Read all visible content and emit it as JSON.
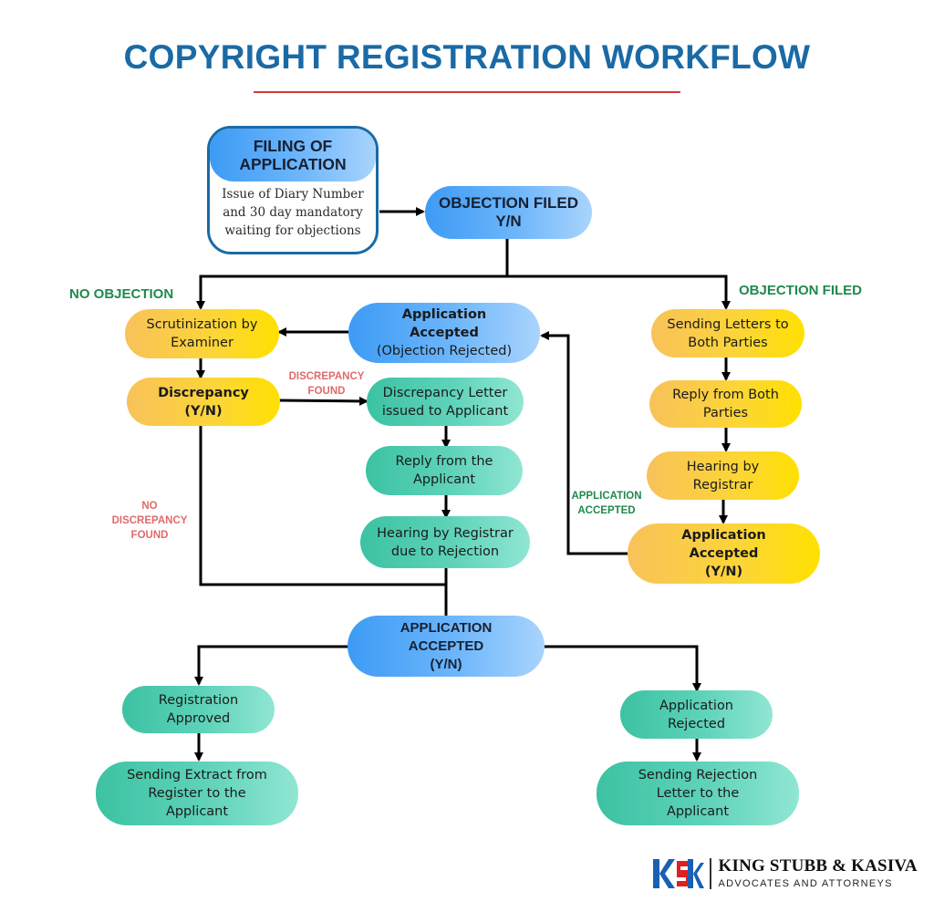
{
  "title": "COPYRIGHT REGISTRATION WORKFLOW",
  "colors": {
    "title": "#1a6aa5",
    "title_rule": "#d23a3a",
    "yellow_node": "#fcd636",
    "teal_node": "#5fd3b9",
    "blue_node": "#6db6fb",
    "green_label": "#1f8a4c",
    "red_label": "#e06a6a"
  },
  "filing": {
    "heading_line1": "FILING OF",
    "heading_line2": "APPLICATION",
    "body_line1": "Issue of Diary Number",
    "body_line2": "and 30 day mandatory",
    "body_line3": "waiting for objections"
  },
  "nodes": {
    "objection_filed_yn": {
      "line1": "OBJECTION FILED",
      "line2": "Y/N"
    },
    "scrutinization": {
      "line1": "Scrutinization by",
      "line2": "Examiner"
    },
    "discrepancy_yn": {
      "line1": "Discrepancy",
      "line2": "(Y/N)"
    },
    "accepted_objection_rejected": {
      "line1": "Application",
      "line2": "Accepted",
      "line3": "(Objection Rejected)"
    },
    "discrepancy_letter": {
      "line1": "Discrepancy Letter",
      "line2": "issued to Applicant"
    },
    "reply_applicant": {
      "line1": "Reply from the",
      "line2": "Applicant"
    },
    "hearing_rejection": {
      "line1": "Hearing by Registrar",
      "line2": "due to Rejection"
    },
    "sending_letters": {
      "line1": "Sending Letters to",
      "line2": "Both Parties"
    },
    "reply_both": {
      "line1": "Reply from Both",
      "line2": "Parties"
    },
    "hearing_registrar": {
      "line1": "Hearing by",
      "line2": "Registrar"
    },
    "accepted_yn_right": {
      "line1": "Application",
      "line2": "Accepted",
      "line3": "(Y/N)"
    },
    "application_accepted_yn": {
      "line1": "APPLICATION",
      "line2": "ACCEPTED",
      "line3": "(Y/N)"
    },
    "registration_approved": {
      "line1": "Registration",
      "line2": "Approved"
    },
    "sending_extract": {
      "line1": "Sending Extract from",
      "line2": "Register to the",
      "line3": "Applicant"
    },
    "application_rejected": {
      "line1": "Application",
      "line2": "Rejected"
    },
    "sending_rejection": {
      "line1": "Sending Rejection",
      "line2": "Letter to the",
      "line3": "Applicant"
    }
  },
  "edge_labels": {
    "no_objection": "NO OBJECTION",
    "objection_filed": "OBJECTION FILED",
    "discrepancy_found_1": "DISCREPANCY",
    "discrepancy_found_2": "FOUND",
    "no_discrepancy_1": "NO",
    "no_discrepancy_2": "DISCREPANCY",
    "no_discrepancy_3": "FOUND",
    "app_accepted_1": "APPLICATION",
    "app_accepted_2": "ACCEPTED"
  },
  "logo": {
    "mark": "KSK",
    "name": "KING STUBB & KASIVA",
    "tagline": "ADVOCATES AND ATTORNEYS"
  }
}
